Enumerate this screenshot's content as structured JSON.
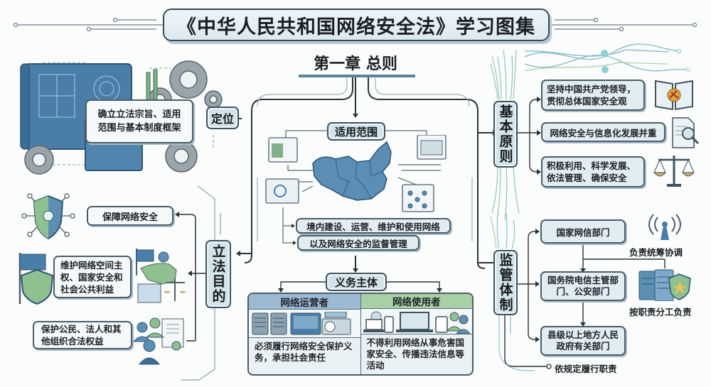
{
  "title": "《中华人民共和国网络安全法》学习图集",
  "chapter": "第一章  总则",
  "positioning": {
    "tag": "定位",
    "text": "确立立法宗旨、适用范围与基本制度框架"
  },
  "purpose": {
    "tag": "立法目的",
    "items": [
      {
        "text": "保障网络安全",
        "icon": "shield-network-icon"
      },
      {
        "text": "维护网络空间主权、国家安全和社会公共利益",
        "icon": "flag-map-scales-icon"
      },
      {
        "text": "保护公民、法人和其他组织合法权益",
        "icon": "people-certificate-icon"
      }
    ]
  },
  "scope": {
    "tag": "适用范围",
    "lines": [
      "境内建设、运营、维护和使用网络",
      "以及网络安全的监督管理"
    ]
  },
  "subjects": {
    "tag": "义务主体",
    "columns": [
      {
        "header": "网络运营者",
        "text": "必须履行网络安全保护义务，承担社会责任",
        "color": "#9dbad4"
      },
      {
        "header": "网络使用者",
        "text": "不得利用网络从事危害国家安全、传播违法信息等活动",
        "color": "#a9cfa6"
      }
    ]
  },
  "principles": {
    "tag": "基本原则",
    "items": [
      {
        "text": "坚持中国共产党领导，贯彻总体国家安全观",
        "icon": "party-book-icon"
      },
      {
        "text": "网络安全与信息化发展并重",
        "icon": "document-search-icon"
      },
      {
        "text": "积极利用、科学发展、依法管理、确保安全",
        "icon": "scales-icon"
      }
    ]
  },
  "supervision": {
    "tag": "监管体制",
    "departments": [
      "国家网信部门",
      "国务院电信主管部门、公安部门",
      "县级以上地方人民政府有关部门"
    ],
    "notes": {
      "coordinate": "负责统筹协调",
      "division": "按职责分工负责",
      "duty": "依规定履行职责"
    }
  },
  "colors": {
    "blue": "#4a7ea8",
    "map": "#5b8db5",
    "green": "#8fbf8a",
    "border": "#4b5d68",
    "box": "#e2edf2"
  }
}
